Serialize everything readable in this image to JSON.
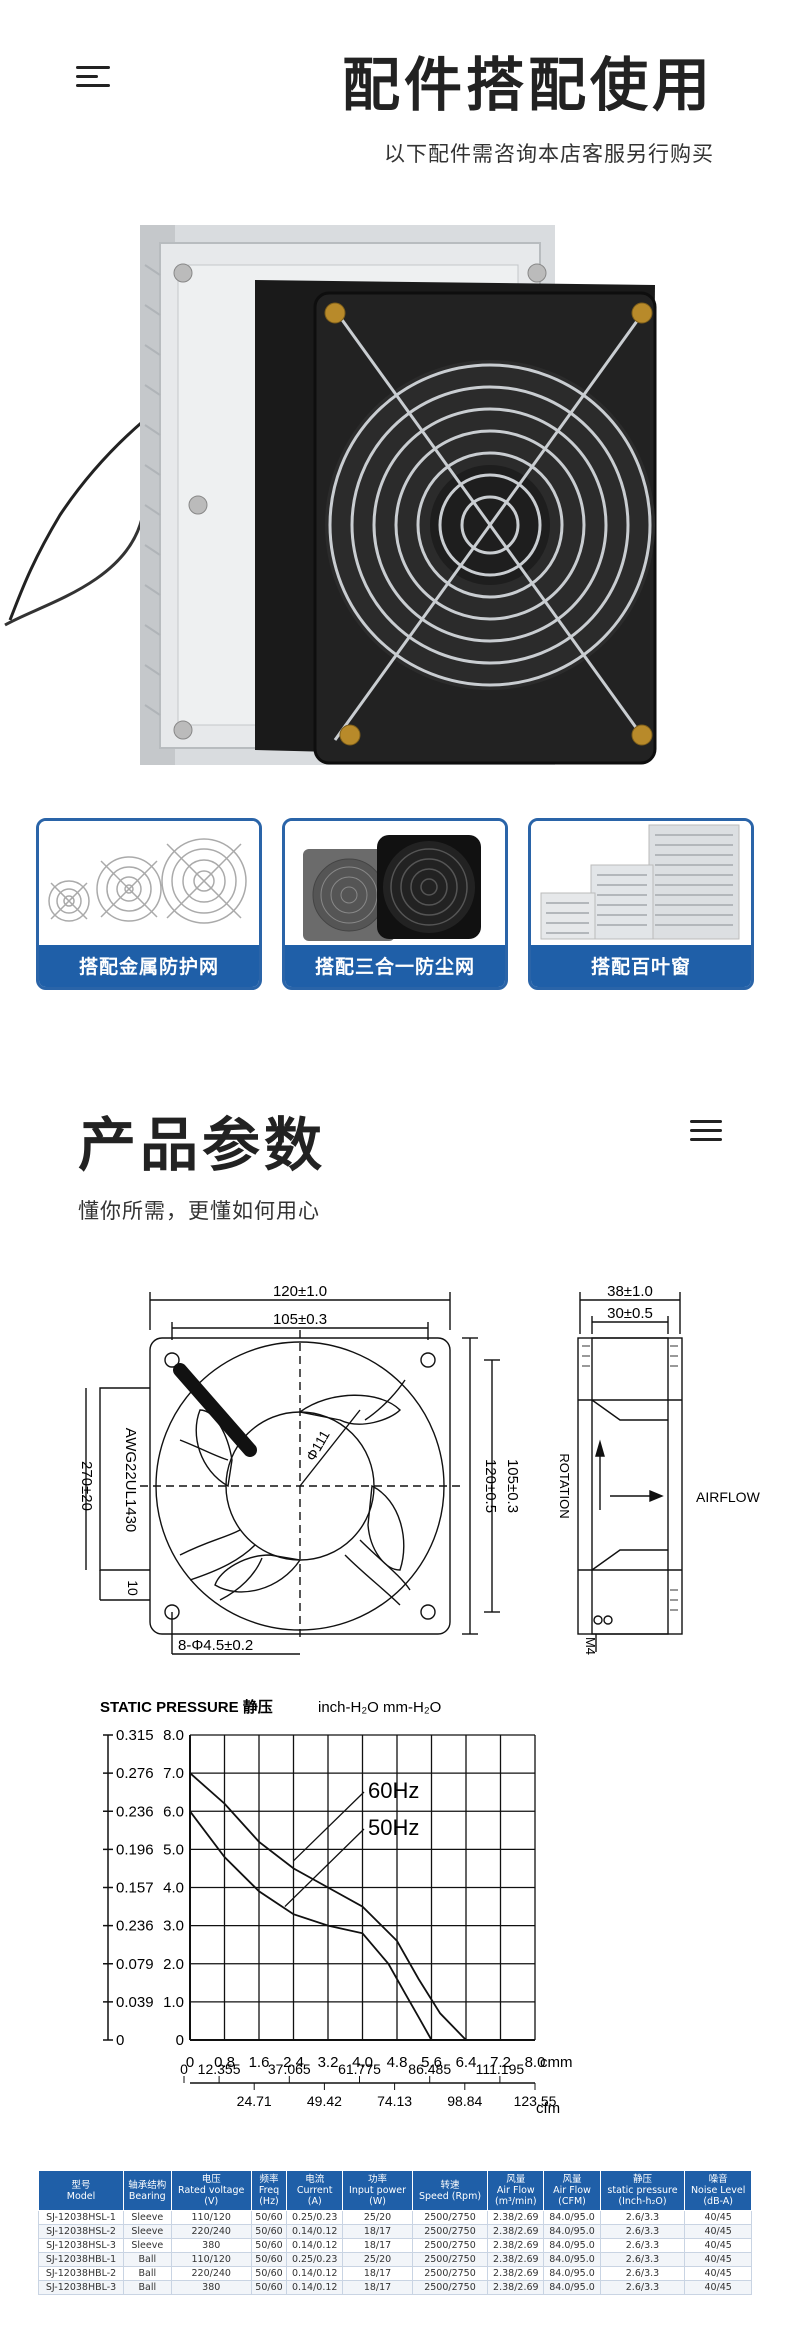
{
  "top": {
    "title": "配件搭配使用",
    "subtitle": "以下配件需咨询本店客服另行购买"
  },
  "accessories": [
    {
      "label": "搭配金属防护网"
    },
    {
      "label": "搭配三合一防尘网"
    },
    {
      "label": "搭配百叶窗"
    }
  ],
  "params": {
    "title": "产品参数",
    "subtitle": "懂你所需，更懂如何用心"
  },
  "drawing": {
    "dim_120": "120±1.0",
    "dim_105": "105±0.3",
    "dim_38": "38±1.0",
    "dim_30": "30±0.5",
    "dim_v120": "120±0.5",
    "dim_v105": "105±0.3",
    "dim_270": "270±20",
    "wire": "AWG22UL1430",
    "dim_10": "10",
    "dim_holes": "8-Φ4.5±0.2",
    "dim_dia": "Φ111",
    "rotation": "ROTATION",
    "airflow": "AIRFLOW",
    "m4": "M4"
  },
  "chart_data": {
    "type": "line",
    "title": "STATIC PRESSURE 静压",
    "unit_label": "inch-H₂O  mm-H₂O",
    "xlabel": "cmm",
    "xlabel2": "cfm",
    "x_ticks": [
      "0",
      "0.8",
      "1.6",
      "2.4",
      "3.2",
      "4.0",
      "4.8",
      "5.6",
      "6.4",
      "7.2",
      "8.0"
    ],
    "y_ticks_mm": [
      "0",
      "1.0",
      "2.0",
      "3.0",
      "4.0",
      "5.0",
      "6.0",
      "7.0",
      "8.0"
    ],
    "y_ticks_inch": [
      "0",
      "0.039",
      "0.079",
      "0.236",
      "0.157",
      "0.196",
      "0.236",
      "0.276",
      "0.315"
    ],
    "cfm_top": [
      "0",
      "12.355",
      "37.065",
      "61.775",
      "86.485",
      "111.195"
    ],
    "cfm_bottom": [
      "24.71",
      "49.42",
      "74.13",
      "98.84",
      "123.55"
    ],
    "xlim": [
      0,
      8
    ],
    "ylim": [
      0,
      8
    ],
    "series": [
      {
        "name": "60Hz",
        "x": [
          0,
          0.8,
          1.6,
          2.4,
          3.2,
          4.0,
          4.8,
          5.3,
          5.8,
          6.4
        ],
        "y": [
          7.0,
          6.2,
          5.2,
          4.5,
          4.0,
          3.5,
          2.6,
          1.6,
          0.7,
          0
        ]
      },
      {
        "name": "50Hz",
        "x": [
          0,
          0.8,
          1.6,
          2.4,
          3.2,
          4.0,
          4.6,
          5.0,
          5.3,
          5.6
        ],
        "y": [
          6.0,
          4.8,
          3.9,
          3.3,
          3.0,
          2.8,
          2.0,
          1.2,
          0.6,
          0
        ]
      }
    ]
  },
  "table": {
    "headers": [
      [
        "型号",
        "Model"
      ],
      [
        "轴承结构",
        "Bearing"
      ],
      [
        "电压",
        "Rated voltage",
        "(V)"
      ],
      [
        "频率",
        "Freq",
        "(Hz)"
      ],
      [
        "电流",
        "Current",
        "(A)"
      ],
      [
        "功率",
        "Input power",
        "(W)"
      ],
      [
        "转速",
        "Speed (Rpm)"
      ],
      [
        "风量",
        "Air Flow",
        "(m³/min)"
      ],
      [
        "风量",
        "Air Flow",
        "(CFM)"
      ],
      [
        "静压",
        "static pressure",
        "(Inch-h₂O)"
      ],
      [
        "噪音",
        "Noise Level",
        "(dB-A)"
      ]
    ],
    "rows": [
      [
        "SJ-12038HSL-1",
        "Sleeve",
        "110/120",
        "50/60",
        "0.25/0.23",
        "25/20",
        "2500/2750",
        "2.38/2.69",
        "84.0/95.0",
        "2.6/3.3",
        "40/45"
      ],
      [
        "SJ-12038HSL-2",
        "Sleeve",
        "220/240",
        "50/60",
        "0.14/0.12",
        "18/17",
        "2500/2750",
        "2.38/2.69",
        "84.0/95.0",
        "2.6/3.3",
        "40/45"
      ],
      [
        "SJ-12038HSL-3",
        "Sleeve",
        "380",
        "50/60",
        "0.14/0.12",
        "18/17",
        "2500/2750",
        "2.38/2.69",
        "84.0/95.0",
        "2.6/3.3",
        "40/45"
      ],
      [
        "SJ-12038HBL-1",
        "Ball",
        "110/120",
        "50/60",
        "0.25/0.23",
        "25/20",
        "2500/2750",
        "2.38/2.69",
        "84.0/95.0",
        "2.6/3.3",
        "40/45"
      ],
      [
        "SJ-12038HBL-2",
        "Ball",
        "220/240",
        "50/60",
        "0.14/0.12",
        "18/17",
        "2500/2750",
        "2.38/2.69",
        "84.0/95.0",
        "2.6/3.3",
        "40/45"
      ],
      [
        "SJ-12038HBL-3",
        "Ball",
        "380",
        "50/60",
        "0.14/0.12",
        "18/17",
        "2500/2750",
        "2.38/2.69",
        "84.0/95.0",
        "2.6/3.3",
        "40/45"
      ]
    ]
  }
}
